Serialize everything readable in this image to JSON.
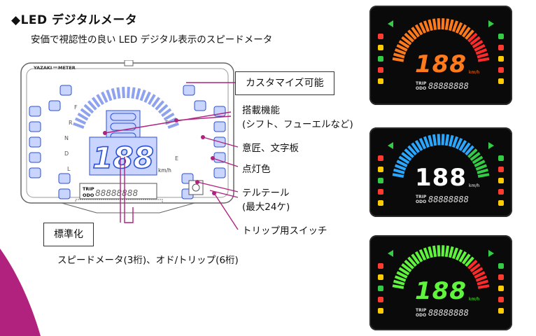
{
  "header": {
    "title": "◆LED デジタルメータ",
    "subtitle": "安価で視認性の良い LED デジタル表示のスピードメータ"
  },
  "meter_drawing": {
    "brand_label": "YAZAKI",
    "meter_label": "METER",
    "speed_digits": "188",
    "speed_unit": "km/h",
    "trip_label": "TRIP",
    "odo_label": "ODO",
    "gear_letters": [
      "F",
      "R",
      "N",
      "D",
      "L"
    ],
    "odo_digits": "88888888",
    "fuel_letters": [
      "F",
      "E"
    ]
  },
  "callouts": {
    "customizable": "カスタマイズ可能",
    "features_line1": "搭載機能",
    "features_line2": "(シフト、フューエルなど)",
    "design": "意匠、文字板",
    "lighting": "点灯色",
    "telltale_line1": "テルテール",
    "telltale_line2": "(最大24ケ)",
    "trip_switch": "トリップ用スイッチ",
    "standardized": "標準化",
    "footer_note": "スピードメータ(3桁)、オド/トリップ(6桁)"
  },
  "examples": [
    {
      "digits": "188",
      "unit": "km/h",
      "trip": "TRIP",
      "odo": "ODO",
      "odo_digits": "88888888",
      "color": "#ff7a1a"
    },
    {
      "digits": "188",
      "unit": "km/h",
      "trip": "TRIP",
      "odo": "ODO",
      "odo_digits": "88888888",
      "color": "#ffffff"
    },
    {
      "digits": "188",
      "unit": "km/h",
      "trip": "TRIP",
      "odo": "ODO",
      "odo_digits": "88888888",
      "color": "#5ef53c"
    }
  ],
  "colors": {
    "accent_purple": "#b0227e",
    "line_blue": "#2a4fd8",
    "telltale_blue": "#c9d4ff"
  }
}
